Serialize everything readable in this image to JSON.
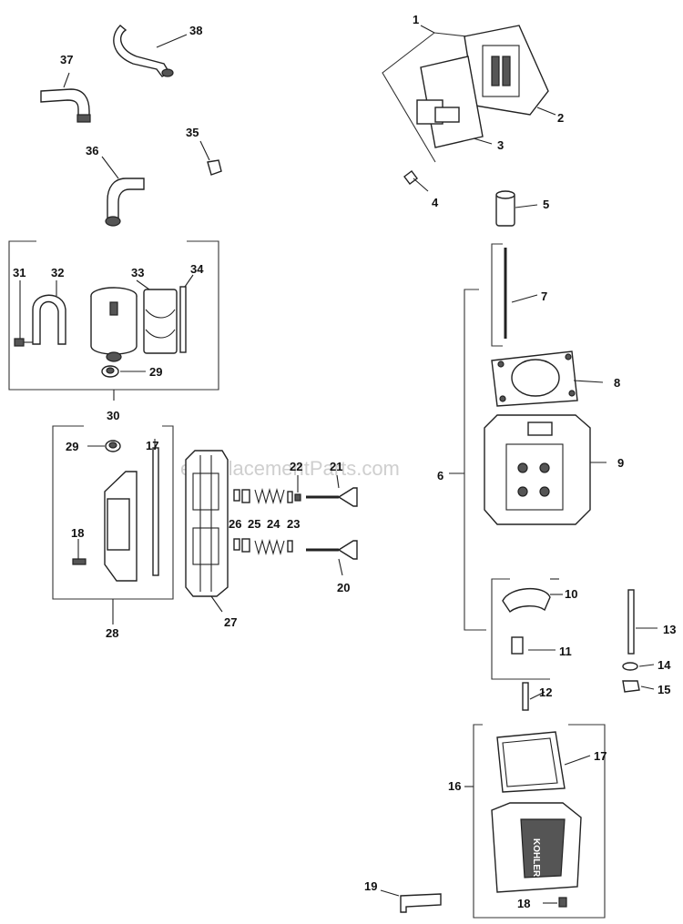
{
  "watermark": "eReplacementParts.com",
  "callouts": {
    "c1": "1",
    "c2": "2",
    "c3": "3",
    "c4": "4",
    "c5": "5",
    "c6": "6",
    "c7": "7",
    "c8": "8",
    "c9": "9",
    "c10": "10",
    "c11": "11",
    "c12": "12",
    "c13": "13",
    "c14": "14",
    "c15": "15",
    "c16": "16",
    "c17a": "17",
    "c17b": "17",
    "c18a": "18",
    "c18b": "18",
    "c19": "19",
    "c20": "20",
    "c21": "21",
    "c22": "22",
    "c23": "23",
    "c24": "24",
    "c25": "25",
    "c26": "26",
    "c27": "27",
    "c28": "28",
    "c29a": "29",
    "c29b": "29",
    "c30": "30",
    "c31": "31",
    "c32": "32",
    "c33": "33",
    "c34": "34",
    "c35": "35",
    "c36": "36",
    "c37": "37",
    "c38": "38"
  },
  "cover_lettering": "KOHLER"
}
